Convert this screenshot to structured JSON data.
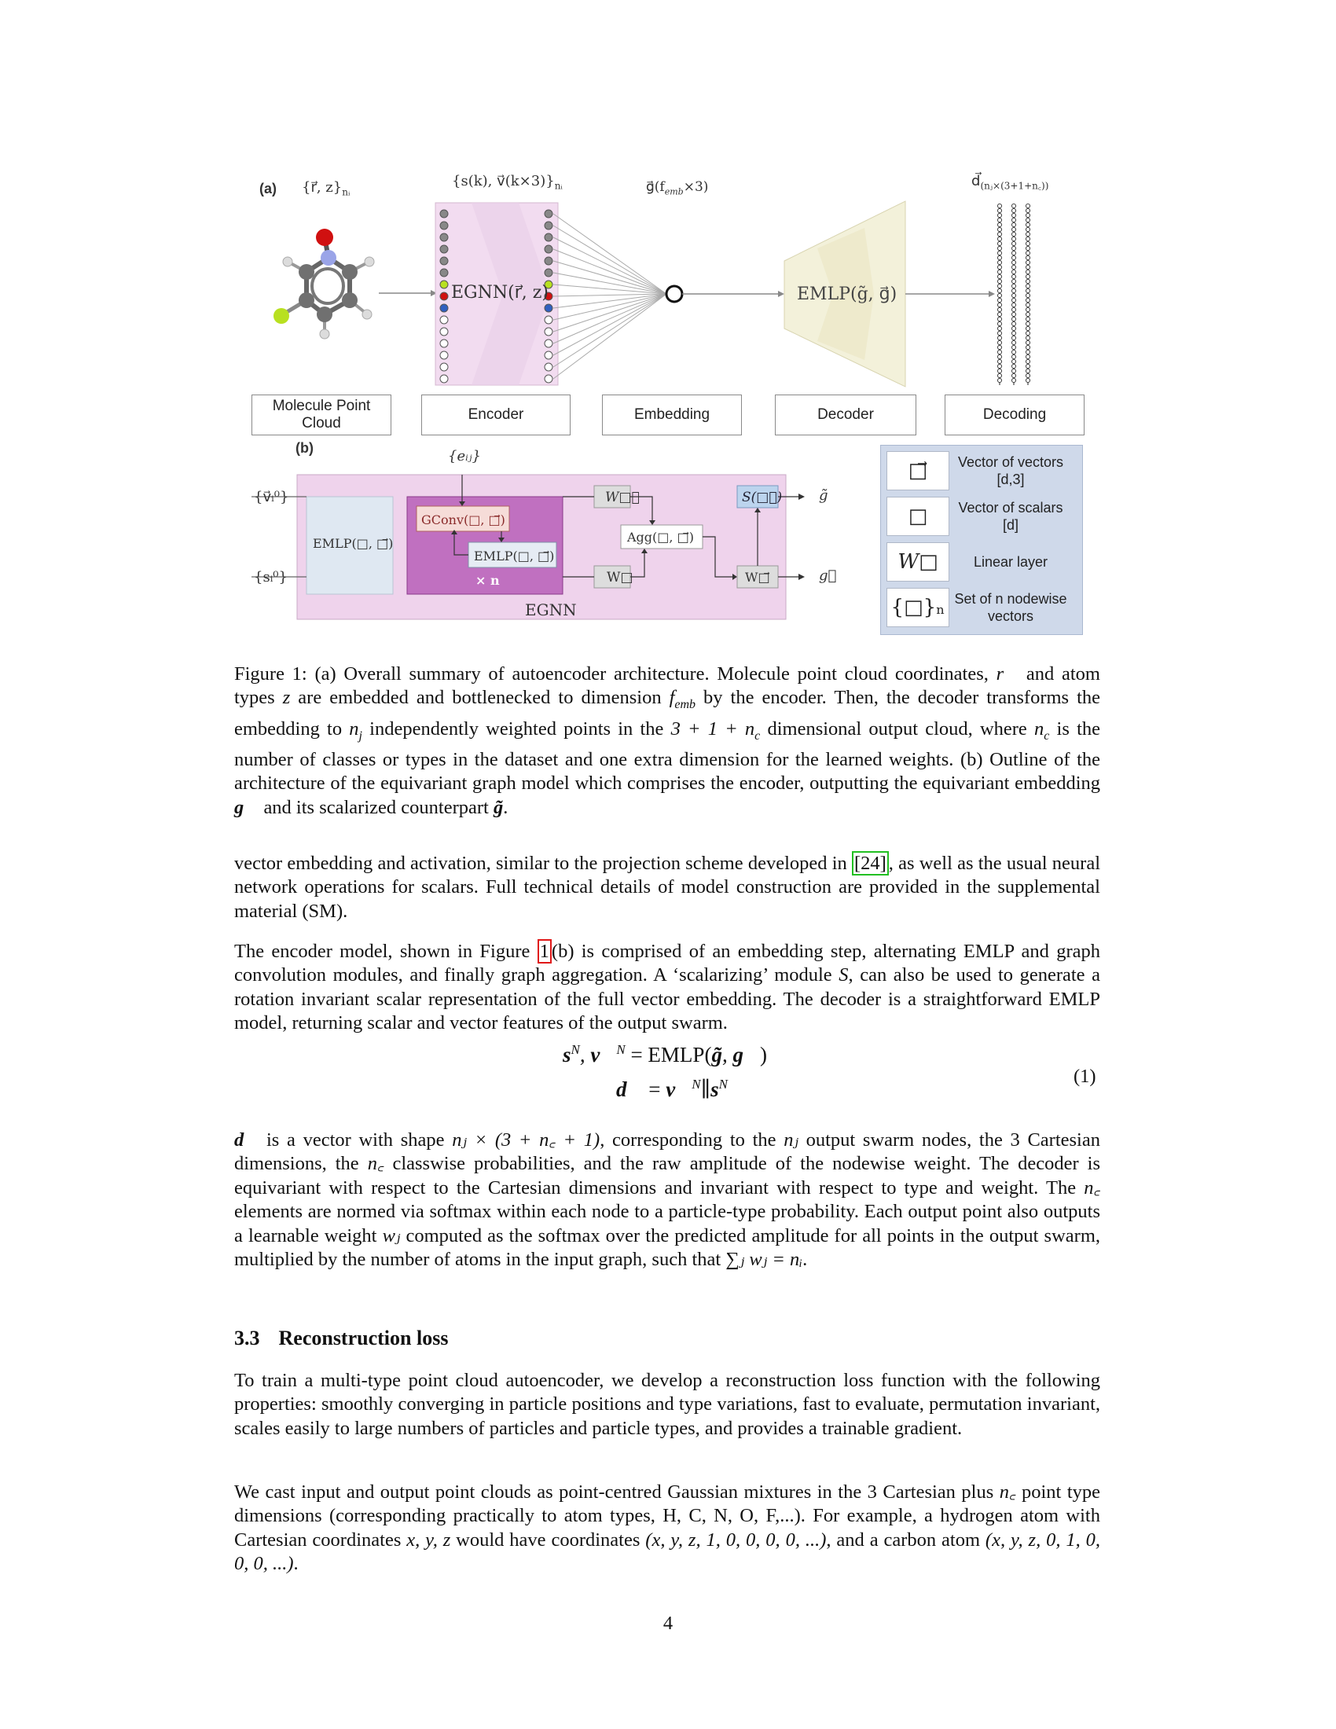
{
  "figure": {
    "panel_a_label": "(a)",
    "panel_b_label": "(b)",
    "top_labels": {
      "input": "{r⃗, z}",
      "input_sub": "nᵢ",
      "encoder_out": "{s(k), v⃗(k×3)}",
      "encoder_out_sub": "nᵢ",
      "embedding": "g⃗(f",
      "embedding_sub": "emb",
      "embedding_tail": "×3)",
      "decoding": "d⃗",
      "decoding_sub": "(nⱼ×(3+1+n꜀))"
    },
    "encoder_block": "EGNN(r⃗, z)",
    "decoder_block": "EMLP(g̃, g⃗)",
    "stage_boxes": [
      "Molecule Point\nCloud",
      "Encoder",
      "Embedding",
      "Decoder",
      "Decoding"
    ],
    "panel_b": {
      "e_ij": "{eᵢⱼ}",
      "v_in": "{v⃗ᵢ⁰}",
      "s_in": "{sᵢ⁰}",
      "emlp_in": "EMLP(□, □⃗)",
      "gconv": "GConv(□, □⃗)",
      "emlp_inner": "EMLP(□, □⃗)",
      "times_n": "× n",
      "egnn": "EGNN",
      "w_vec_top": "W□⃗",
      "w_sca_bottom": "W□",
      "agg": "Agg(□, □⃗)",
      "s_box": "S(□⃗)",
      "w_vec_out": "W□⃗",
      "out_tilde": "g̃",
      "out_vec": "g⃗"
    },
    "legend": [
      {
        "symbol": "□⃗",
        "text": "Vector of vectors\n[d,3]"
      },
      {
        "symbol": "□",
        "text": "Vector of scalars\n[d]"
      },
      {
        "symbol": "W□",
        "text": "Linear layer"
      },
      {
        "symbol": "{□}ₙ",
        "text": "Set of n nodewise\nvectors"
      }
    ]
  },
  "caption": {
    "label": "Figure 1:",
    "text_1": " (a) Overall summary of autoencoder architecture. Molecule point cloud coordinates, ",
    "r": "r⃗",
    "text_2": " and atom types ",
    "z": "z",
    "text_3": " are embedded and bottlenecked to dimension ",
    "femb": "f",
    "femb_sub": "emb",
    "text_4": " by the encoder. Then, the decoder transforms the embedding to ",
    "nj": "n",
    "nj_sub": "j",
    "text_5": " independently weighted points in the ",
    "dim": "3 + 1 + n",
    "dim_sub": "c",
    "text_6": " dimensional output cloud, where ",
    "nc": "n",
    "nc_sub": "c",
    "text_7": " is the number of classes or types in the dataset and one extra dimension for the learned weights. (b) Outline of the architecture of the equivariant graph model which comprises the encoder, outputting the equivariant embedding ",
    "g_vec": "g⃗",
    "text_8": " and its scalarized counterpart ",
    "g_tilde": "g̃",
    "text_9": "."
  },
  "body": {
    "p1_a": "vector embedding and activation, similar to the projection scheme developed in ",
    "p1_ref": "[24]",
    "p1_b": ", as well as the usual neural network operations for scalars. Full technical details of model construction are provided in the supplemental material (SM).",
    "p2_a": "The encoder model, shown in Figure ",
    "p2_ref": "1",
    "p2_b": "(b) is comprised of an embedding step, alternating EMLP and graph convolution modules, and finally graph aggregation. A ‘scalarizing’ module ",
    "p2_S": "S",
    "p2_c": ", can also be used to generate a rotation invariant scalar representation of the full vector embedding. The decoder is a straightforward EMLP model, returning scalar and vector features of the output swarm.",
    "eq_line1": "s^N, v⃗^N = EMLP(g̃, g⃗)",
    "eq_line2": "d⃗ = v⃗^N ∥ s^N",
    "eq_number": "(1)",
    "p3_d": "d⃗",
    "p3_a": " is a vector with shape ",
    "p3_shape": "nⱼ × (3 + n꜀ + 1)",
    "p3_b": ", corresponding to the ",
    "p3_nj": "nⱼ",
    "p3_c": " output swarm nodes, the 3 Cartesian dimensions, the ",
    "p3_nc": "n꜀",
    "p3_d2": " classwise probabilities, and the raw amplitude of the nodewise weight. The decoder is equivariant with respect to the Cartesian dimensions and invariant with respect to type and weight. The ",
    "p3_nc2": "n꜀",
    "p3_e": " elements are normed via softmax within each node to a particle-type probability. Each output point also outputs a learnable weight ",
    "p3_wj": "wⱼ",
    "p3_f": " computed as the softmax over the predicted amplitude for all points in the output swarm, multiplied by the number of atoms in the input graph, such that ",
    "p3_sum": "∑ⱼ wⱼ = nᵢ",
    "p3_g": ".",
    "section_num": "3.3",
    "section_title": "Reconstruction loss",
    "p4": "To train a multi-type point cloud autoencoder, we develop a reconstruction loss function with the following properties: smoothly converging in particle positions and type variations, fast to evaluate, permutation invariant, scales easily to large numbers of particles and particle types, and provides a trainable gradient.",
    "p5_a": "We cast input and output point clouds as point-centred Gaussian mixtures in the 3 Cartesian plus ",
    "p5_nc": "n꜀",
    "p5_b": " point type dimensions (corresponding practically to atom types, H, C, N, O, F,...). For example, a hydrogen atom with Cartesian coordinates ",
    "p5_xyz": "x, y, z",
    "p5_c": " would have coordinates ",
    "p5_h": "(x, y, z, 1, 0, 0, 0, 0, ...)",
    "p5_d": ", and a carbon atom ",
    "p5_cc": "(x, y, z, 0, 1, 0, 0, 0, ...)",
    "p5_e": ".",
    "page_number": "4"
  },
  "colors": {
    "egnn_outer": "#efd3ec",
    "egnn_inner": "#c070c0",
    "encoder_block": "#f2dcf0",
    "decoder_block": "#f3f1da",
    "legend_panel": "#cfd9ea",
    "emlp_in": "#dfe8f2",
    "ref_green": "#22c022",
    "ref_red": "#e01818"
  }
}
